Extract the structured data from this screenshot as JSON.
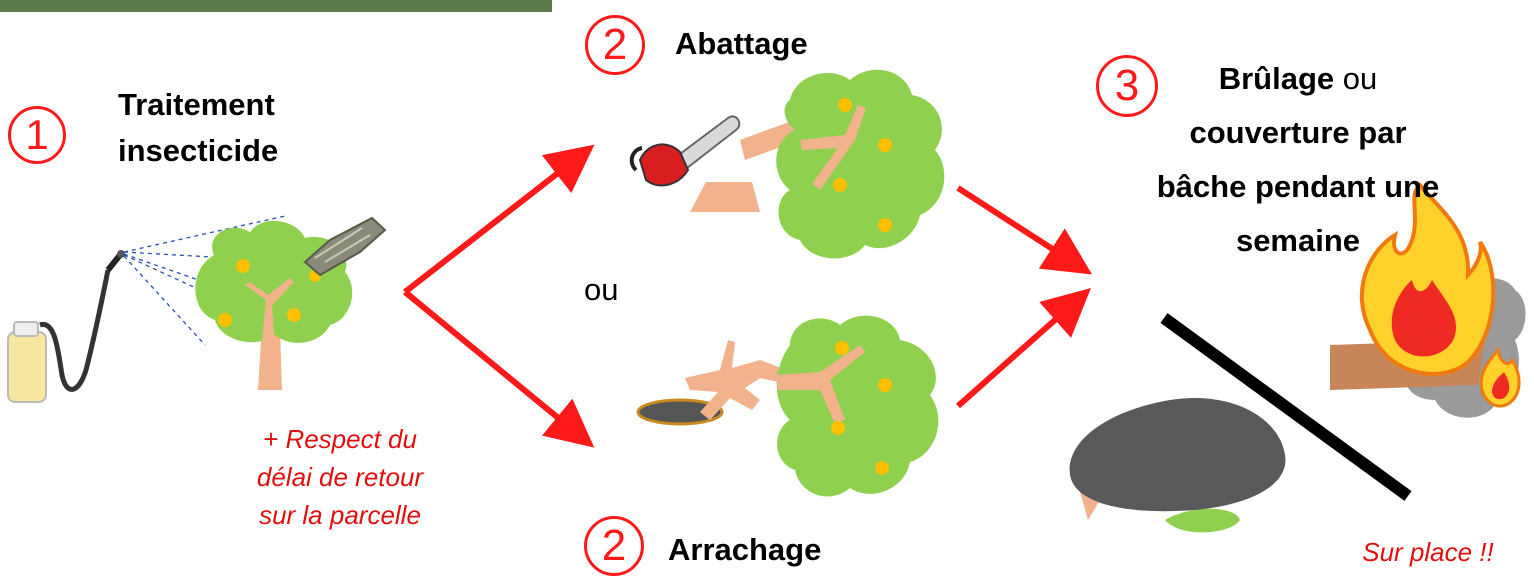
{
  "step1": {
    "number": "1",
    "title_line1": "Traitement",
    "title_line2": "insecticide",
    "note_line1": "+ Respect du",
    "note_line2": "délai de retour",
    "note_line3": "sur la parcelle"
  },
  "step2a": {
    "number": "2",
    "title": "Abattage"
  },
  "step2b": {
    "number": "2",
    "title": "Arrachage"
  },
  "connector": "ou",
  "step3": {
    "number": "3",
    "title_bold1": "Brûlage",
    "title_plain": " ou",
    "line2": "couverture par",
    "line3": "bâche pendant une",
    "line4": "semaine",
    "note": "Sur place !!"
  },
  "colors": {
    "arrow": "#ff1a1a",
    "number_circle": "#ff1a1a",
    "note_text": "#e01010",
    "foliage": "#8fd14f",
    "trunk": "#f2b28c",
    "fruit": "#ffc000",
    "header_bar": "#5b7a4a",
    "tarp": "#595959"
  },
  "icons": [
    "sprayer-icon",
    "chainsaw-icon",
    "fire-icon",
    "tree-icon",
    "tarp-icon",
    "hole-icon"
  ]
}
